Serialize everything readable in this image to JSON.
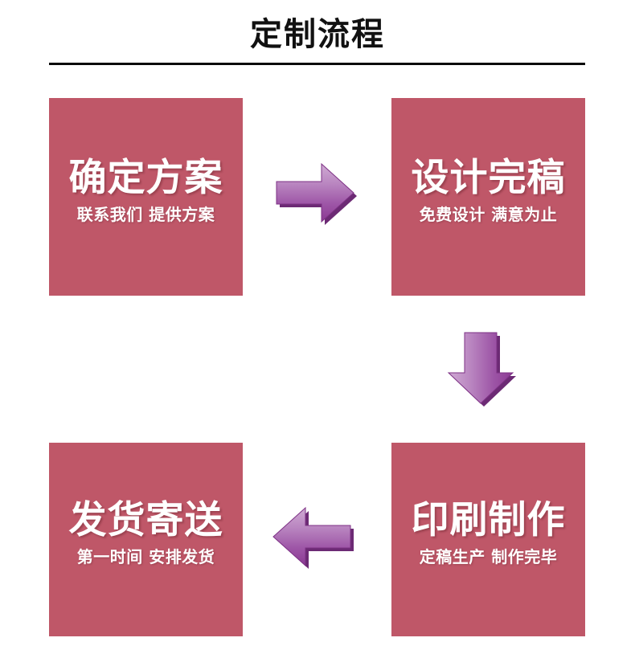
{
  "header": {
    "title": "定制流程",
    "rule": "horizontal-divider"
  },
  "theme": {
    "box_color": "#bf5768",
    "box_text_color": "#ffffff",
    "arrow_light": "#caa4ce",
    "arrow_mid": "#a65fae",
    "arrow_dark": "#8b3a93",
    "arrow_bevel": "#6c2a74",
    "title_color": "#111111",
    "background": "#ffffff"
  },
  "steps": [
    {
      "id": "step-1",
      "title": "确定方案",
      "subtitle": "联系我们  提供方案"
    },
    {
      "id": "step-2",
      "title": "设计完稿",
      "subtitle": "免费设计  满意为止"
    },
    {
      "id": "step-3",
      "title": "印刷制作",
      "subtitle": "定稿生产  制作完毕"
    },
    {
      "id": "step-4",
      "title": "发货寄送",
      "subtitle": "第一时间  安排发货"
    }
  ],
  "connectors": [
    {
      "id": "connector-1",
      "direction": "right",
      "from": "step-1",
      "to": "step-2"
    },
    {
      "id": "connector-2",
      "direction": "down",
      "from": "step-2",
      "to": "step-3"
    },
    {
      "id": "connector-3",
      "direction": "left",
      "from": "step-3",
      "to": "step-4"
    }
  ]
}
